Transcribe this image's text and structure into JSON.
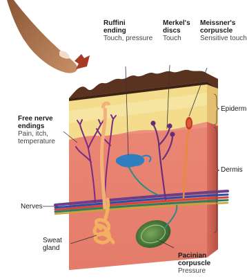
{
  "labels": {
    "ruffini": {
      "title": [
        "Ruffini",
        "ending"
      ],
      "desc": [
        "Touch, pressure"
      ]
    },
    "merkel": {
      "title": [
        "Merkel's",
        "discs"
      ],
      "desc": [
        "Touch"
      ]
    },
    "meissner": {
      "title": [
        "Meissner's",
        "corpuscle"
      ],
      "desc": [
        "Sensitive touch"
      ]
    },
    "free_nerve": {
      "title": [
        "Free nerve",
        "endings"
      ],
      "desc": [
        "Pain, itch,",
        "temperature"
      ]
    },
    "pacinian": {
      "title": [
        "Pacinian",
        "corpuscle"
      ],
      "desc": [
        "Pressure"
      ]
    }
  },
  "layers": {
    "epidermis": "Epidermis",
    "dermis": "Dermis"
  },
  "plain_labels": {
    "nerves": "Nerves",
    "sweat_gland": [
      "Sweat",
      "gland"
    ]
  },
  "colors": {
    "skin_face": "#e8806e",
    "skin_side": "#c65a4d",
    "epidermis": "#f3dc8c",
    "hair_top": "#5a3320",
    "finger": "#b77e53",
    "arrow": "#a63a22"
  }
}
